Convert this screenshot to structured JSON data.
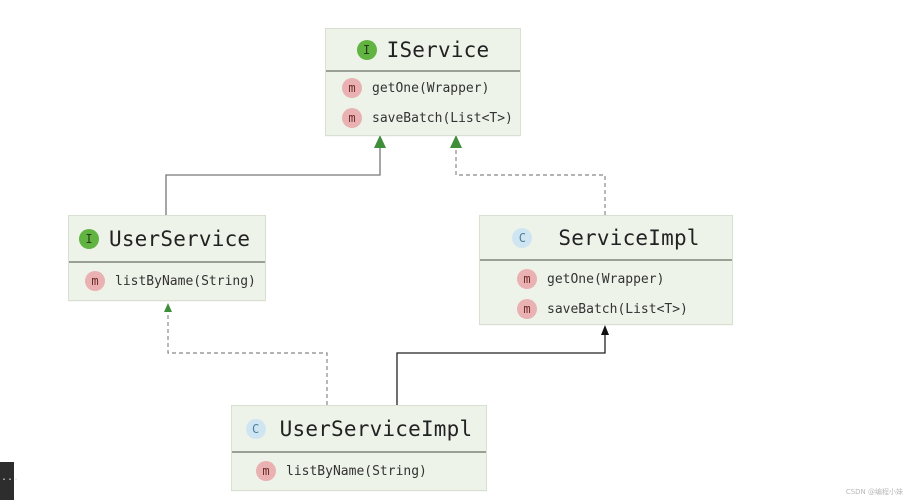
{
  "classes": {
    "iservice": {
      "badge": "I",
      "name": "IService",
      "methods": [
        "getOne(Wrapper)",
        "saveBatch(List<T>)"
      ]
    },
    "userservice": {
      "badge": "I",
      "name": "UserService",
      "methods": [
        "listByName(String)"
      ]
    },
    "serviceimpl": {
      "badge": "C",
      "name": "ServiceImpl",
      "methods": [
        "getOne(Wrapper)",
        "saveBatch(List<T>)"
      ]
    },
    "userserviceimpl": {
      "badge": "C",
      "name": "UserServiceImpl",
      "methods": [
        "listByName(String)"
      ]
    }
  },
  "method_badge": "m",
  "relations": [
    {
      "from": "UserService",
      "to": "IService",
      "type": "extends",
      "style": "solid"
    },
    {
      "from": "ServiceImpl",
      "to": "IService",
      "type": "implements",
      "style": "dashed"
    },
    {
      "from": "UserServiceImpl",
      "to": "UserService",
      "type": "implements",
      "style": "dashed"
    },
    {
      "from": "UserServiceImpl",
      "to": "ServiceImpl",
      "type": "extends",
      "style": "solid"
    }
  ],
  "colors": {
    "interface_badge": "#61b342",
    "class_badge": "#cfe6f2",
    "method_badge": "#e9b1b1",
    "box_fill": "#eef3ea",
    "interface_arrow": "#3f8f3a",
    "class_arrow": "#111111"
  },
  "corner_tab": "...",
  "watermark": "CSDN @编程小妹"
}
